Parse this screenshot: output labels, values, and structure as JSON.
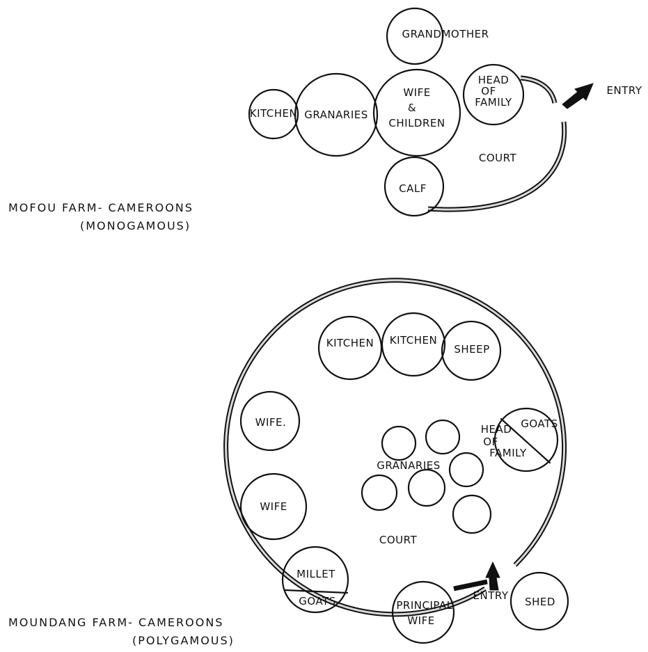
{
  "mofou": {
    "title_line1": "MOFOU FARM- CAMEROONS",
    "title_line2": "(MONOGAMOUS)",
    "grandmother": "GRANDMOTHER",
    "kitchen": "KITCHEN",
    "granaries": "GRANARIES",
    "wife_line1": "WIFE",
    "wife_line2": "&",
    "wife_line3": "CHILDREN",
    "head_line1": "HEAD",
    "head_line2": "OF",
    "head_line3": "FAMILY",
    "entry": "ENTRY",
    "court": "COURT",
    "calf": "CALF"
  },
  "moundang": {
    "title_line1": "MOUNDANG FARM- CAMEROONS",
    "title_line2": "(POLYGAMOUS)",
    "kitchen_1": "KITCHEN",
    "kitchen_2": "KITCHEN",
    "sheep": "SHEEP",
    "wife_1": "WIFE.",
    "wife_2": "WIFE",
    "head_line1": "HEAD",
    "head_line2": "OF",
    "head_line3": "FAMILY",
    "goats_head": "GOATS",
    "granaries": "GRANARIES",
    "court": "COURT",
    "millet": "MILLET",
    "goats_millet": "GOATS",
    "principal_line1": "PRINCIPAL",
    "principal_line2": "WIFE",
    "entry": "ENTRY",
    "shed": "SHED"
  }
}
